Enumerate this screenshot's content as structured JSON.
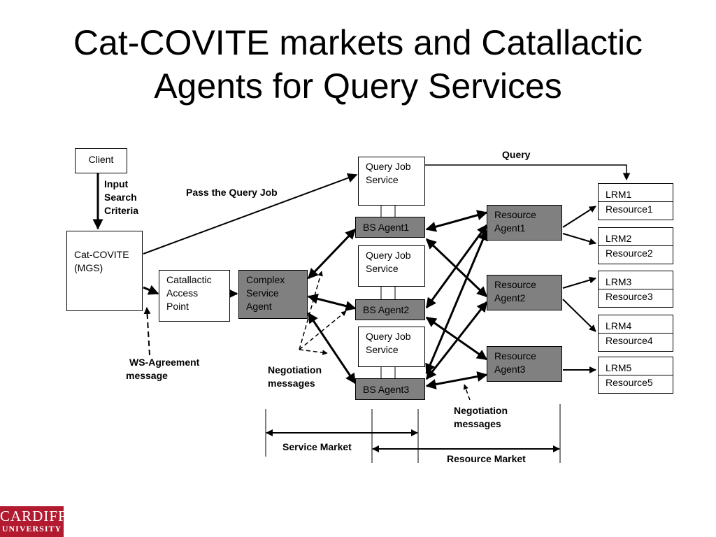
{
  "title": {
    "line1": "Cat-COVITE markets and Catallactic",
    "line2": "Agents for Query Services"
  },
  "nodes": {
    "client": "Client",
    "catcovite": [
      "Cat-COVITE",
      "(MGS)"
    ],
    "cap": [
      "Catallactic",
      "Access",
      "Point"
    ],
    "csa": [
      "Complex",
      "Service",
      "Agent"
    ],
    "qjs1": [
      "Query Job",
      "Service"
    ],
    "qjs2": [
      "Query Job",
      "Service"
    ],
    "qjs3": [
      "Query Job",
      "Service"
    ],
    "bs1": "BS Agent1",
    "bs2": "BS Agent2",
    "bs3": "BS Agent3",
    "ra1": [
      "Resource",
      "Agent1"
    ],
    "ra2": [
      "Resource",
      "Agent2"
    ],
    "ra3": [
      "Resource",
      "Agent3"
    ],
    "lrms": [
      {
        "lrm": "LRM1",
        "res": "Resource1"
      },
      {
        "lrm": "LRM2",
        "res": "Resource2"
      },
      {
        "lrm": "LRM3",
        "res": "Resource3"
      },
      {
        "lrm": "LRM4",
        "res": "Resource4"
      },
      {
        "lrm": "LRM5",
        "res": "Resource5"
      }
    ]
  },
  "labels": {
    "input": [
      "Input",
      "Search",
      "Criteria"
    ],
    "pass_query_job": "Pass the Query Job",
    "query": "Query",
    "ws_agreement": [
      "WS-Agreement",
      "message"
    ],
    "negotiation_left": [
      "Negotiation",
      "messages"
    ],
    "negotiation_right": [
      "Negotiation",
      "messages"
    ],
    "service_market": "Service Market",
    "resource_market": "Resource Market"
  },
  "logo": {
    "line1": "CARDIFF",
    "line2": "UNIVERSITY"
  },
  "colors": {
    "agent_fill": "#808080",
    "logo_bg": "#b11a2f"
  }
}
